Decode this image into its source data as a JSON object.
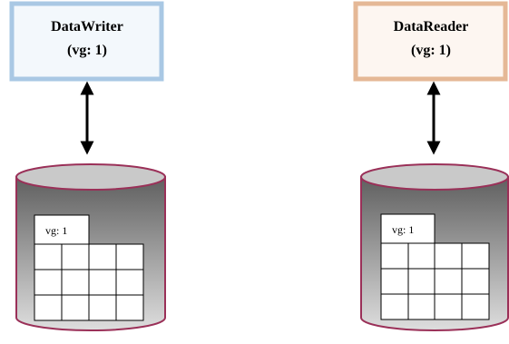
{
  "writer": {
    "name": "DataWriter",
    "vg": "(vg: 1)",
    "border_color": "#a9c8e4",
    "fill_color": "#f3f8fc"
  },
  "reader": {
    "name": "DataReader",
    "vg": "(vg: 1)",
    "border_color": "#e5b896",
    "fill_color": "#fdf6f1"
  },
  "writer_store": {
    "label": "vg: 1"
  },
  "reader_store": {
    "label": "vg: 1"
  },
  "colors": {
    "cylinder_top": "#c8c8c8",
    "cylinder_stroke": "#9a3058",
    "cylinder_gradient_dark": "#5a5a5a",
    "cylinder_gradient_light": "#dcdcdc"
  }
}
